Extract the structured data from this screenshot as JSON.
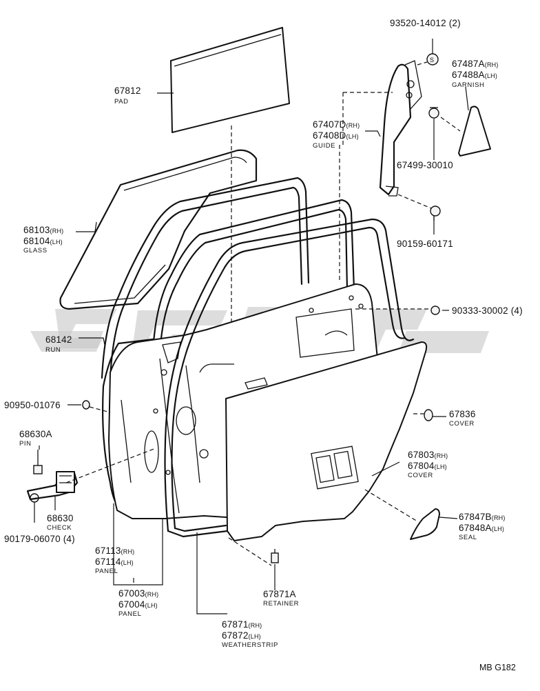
{
  "diagram_code": "MB G182",
  "parts": {
    "pad": {
      "num": "67812",
      "name": "PAD"
    },
    "glass": {
      "num1": "68103",
      "sfx1": "(RH)",
      "num2": "68104",
      "sfx2": "(LH)",
      "name": "GLASS"
    },
    "run": {
      "num": "68142",
      "name": "RUN"
    },
    "plug_90950": {
      "num": "90950-01076"
    },
    "pin": {
      "num": "68630A",
      "name": "PIN"
    },
    "check": {
      "num": "68630",
      "name": "CHECK"
    },
    "bolt_90179": {
      "num": "90179-06070",
      "qty": "(4)"
    },
    "panel_inner": {
      "num1": "67113",
      "sfx1": "(RH)",
      "num2": "67114",
      "sfx2": "(LH)",
      "name": "PANEL"
    },
    "panel_outer": {
      "num1": "67003",
      "sfx1": "(RH)",
      "num2": "67004",
      "sfx2": "(LH)",
      "name": "PANEL"
    },
    "weatherstrip": {
      "num1": "67871",
      "sfx1": "(RH)",
      "num2": "67872",
      "sfx2": "(LH)",
      "name": "WEATHERSTRIP"
    },
    "retainer": {
      "num": "67871A",
      "name": "RETAINER"
    },
    "seal": {
      "num1": "67847B",
      "sfx1": "(RH)",
      "num2": "67848A",
      "sfx2": "(LH)",
      "name": "SEAL"
    },
    "cover_main": {
      "num1": "67803",
      "sfx1": "(RH)",
      "num2": "67804",
      "sfx2": "(LH)",
      "name": "COVER"
    },
    "cover_small": {
      "num": "67836",
      "name": "COVER"
    },
    "clip_90333": {
      "num": "90333-30002",
      "qty": "(4)"
    },
    "screw_90159": {
      "num": "90159-60171"
    },
    "screw_67499": {
      "num": "67499-30010"
    },
    "guide": {
      "num1": "67407D",
      "sfx1": "(RH)",
      "num2": "67408D",
      "sfx2": "(LH)",
      "name": "GUIDE"
    },
    "garnish": {
      "num1": "67487A",
      "sfx1": "(RH)",
      "num2": "67488A",
      "sfx2": "(LH)",
      "name": "GARNISH"
    },
    "screw_93520": {
      "num": "93520-14012",
      "qty": "(2)"
    }
  },
  "marker_s": "S"
}
